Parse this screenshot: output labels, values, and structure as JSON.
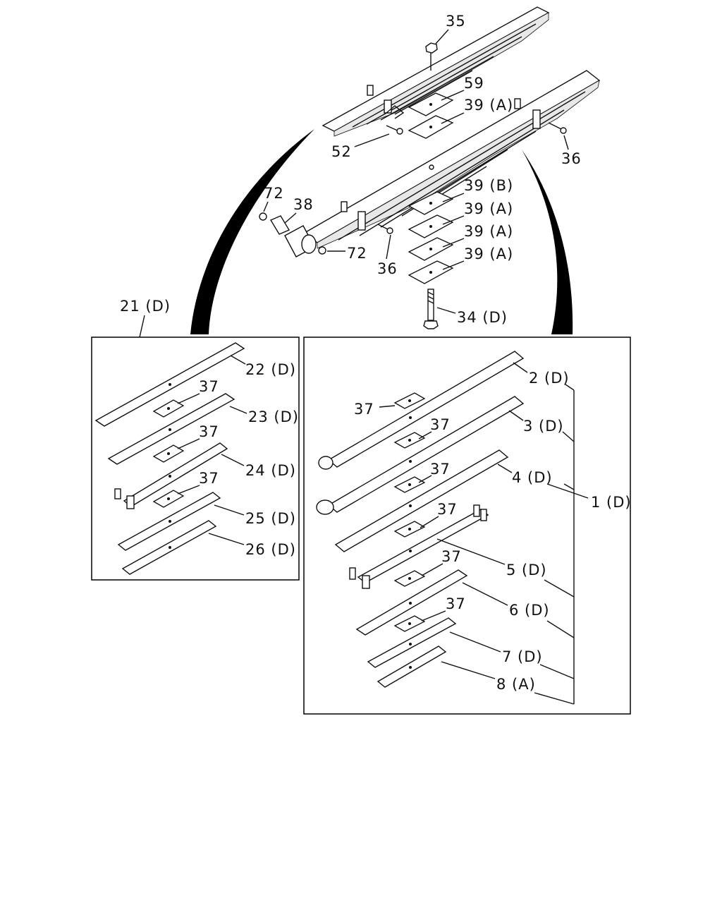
{
  "callouts": {
    "c35": "35",
    "c59": "59",
    "c39A_top": "39 (A)",
    "c52": "52",
    "c36_top": "36",
    "c39B": "39 (B)",
    "c39A_1": "39 (A)",
    "c39A_2": "39 (A)",
    "c39A_3": "39 (A)",
    "c72_left": "72",
    "c38": "38",
    "c72_right": "72",
    "c36_mid": "36",
    "c34D": "34 (D)",
    "c21D": "21 (D)"
  },
  "left_box": {
    "c22D": "22 (D)",
    "c37_a": "37",
    "c23D": "23 (D)",
    "c37_b": "37",
    "c24D": "24 (D)",
    "c37_c": "37",
    "c25D": "25 (D)",
    "c26D": "26 (D)"
  },
  "right_box": {
    "c2D": "2 (D)",
    "c37_1": "37",
    "c3D": "3 (D)",
    "c37_2": "37",
    "c4D": "4 (D)",
    "c1D": "1 (D)",
    "c37_3": "37",
    "c5D": "5 (D)",
    "c37_4": "37",
    "c6D": "6 (D)",
    "c37_5": "37",
    "c7D": "7 (D)",
    "c8A": "8 (A)"
  },
  "colors": {
    "line": "#111111",
    "background": "#ffffff",
    "hatch_fill": "#e8e8e8"
  }
}
